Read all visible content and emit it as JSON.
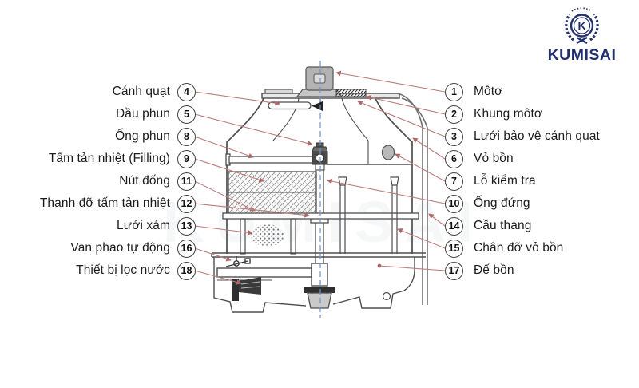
{
  "logo": {
    "text": "KUMISAI",
    "monogram": "K"
  },
  "callouts": {
    "left": [
      {
        "num": "4",
        "label": "Cánh quạt"
      },
      {
        "num": "5",
        "label": "Đầu phun"
      },
      {
        "num": "8",
        "label": "Ống phun"
      },
      {
        "num": "9",
        "label": "Tấm tản nhiệt (Filling)"
      },
      {
        "num": "11",
        "label": "Nút đống"
      },
      {
        "num": "12",
        "label": "Thanh đỡ tấm tản nhiệt"
      },
      {
        "num": "13",
        "label": "Lưới xám"
      },
      {
        "num": "16",
        "label": "Van phao tự động"
      },
      {
        "num": "18",
        "label": "Thiết bị lọc nước"
      }
    ],
    "right": [
      {
        "num": "1",
        "label": "Môtơ"
      },
      {
        "num": "2",
        "label": "Khung môtơ"
      },
      {
        "num": "3",
        "label": "Lưới bảo vệ cánh quạt"
      },
      {
        "num": "6",
        "label": "Vỏ bồn"
      },
      {
        "num": "7",
        "label": "Lỗ kiểm tra"
      },
      {
        "num": "10",
        "label": "Ống đứng"
      },
      {
        "num": "14",
        "label": "Cầu thang"
      },
      {
        "num": "15",
        "label": "Chân đỡ vỏ bồn"
      },
      {
        "num": "17",
        "label": "Đế bồn"
      }
    ]
  },
  "colors": {
    "brand_navy": "#22306e",
    "leader_red": "#b87575",
    "line_gray": "#4d4d4d",
    "centerline_blue": "#6f94c4"
  }
}
